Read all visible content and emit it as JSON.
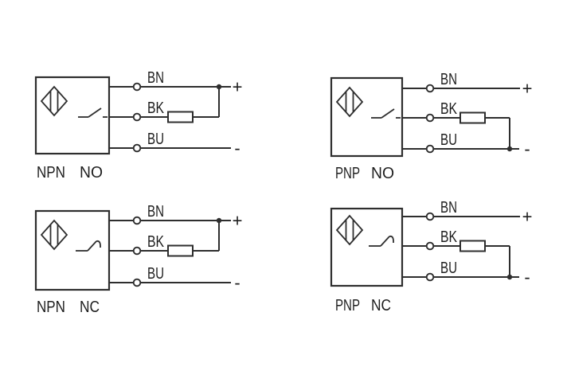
{
  "page": {
    "background": "#ffffff",
    "description": "Sensor output wiring diagrams"
  },
  "colors": {
    "line": "#2e2e2e",
    "text": "#1e1e1e",
    "fill": "#ffffff"
  },
  "diagrams": [
    {
      "id": "npn-no",
      "caption": "NPN NO",
      "transistor_type": "NPN",
      "contact_type": "NO",
      "switch": "normally-open",
      "load_connected_to": "BN",
      "wires": [
        {
          "label": "BN",
          "sign": "+"
        },
        {
          "label": "BK",
          "sign": ""
        },
        {
          "label": "BU",
          "sign": "-"
        }
      ]
    },
    {
      "id": "pnp-no",
      "caption": "PNP NO",
      "transistor_type": "PNP",
      "contact_type": "NO",
      "switch": "normally-open",
      "load_connected_to": "BU",
      "wires": [
        {
          "label": "BN",
          "sign": "+"
        },
        {
          "label": "BK",
          "sign": ""
        },
        {
          "label": "BU",
          "sign": "-"
        }
      ]
    },
    {
      "id": "npn-nc",
      "caption": "NPN NC",
      "transistor_type": "NPN",
      "contact_type": "NC",
      "switch": "normally-closed",
      "load_connected_to": "BN",
      "wires": [
        {
          "label": "BN",
          "sign": "+"
        },
        {
          "label": "BK",
          "sign": ""
        },
        {
          "label": "BU",
          "sign": "-"
        }
      ]
    },
    {
      "id": "pnp-nc",
      "caption": "PNP NC",
      "transistor_type": "PNP",
      "contact_type": "NC",
      "switch": "normally-closed",
      "load_connected_to": "BU",
      "wires": [
        {
          "label": "BN",
          "sign": "+"
        },
        {
          "label": "BK",
          "sign": ""
        },
        {
          "label": "BU",
          "sign": "-"
        }
      ]
    }
  ]
}
